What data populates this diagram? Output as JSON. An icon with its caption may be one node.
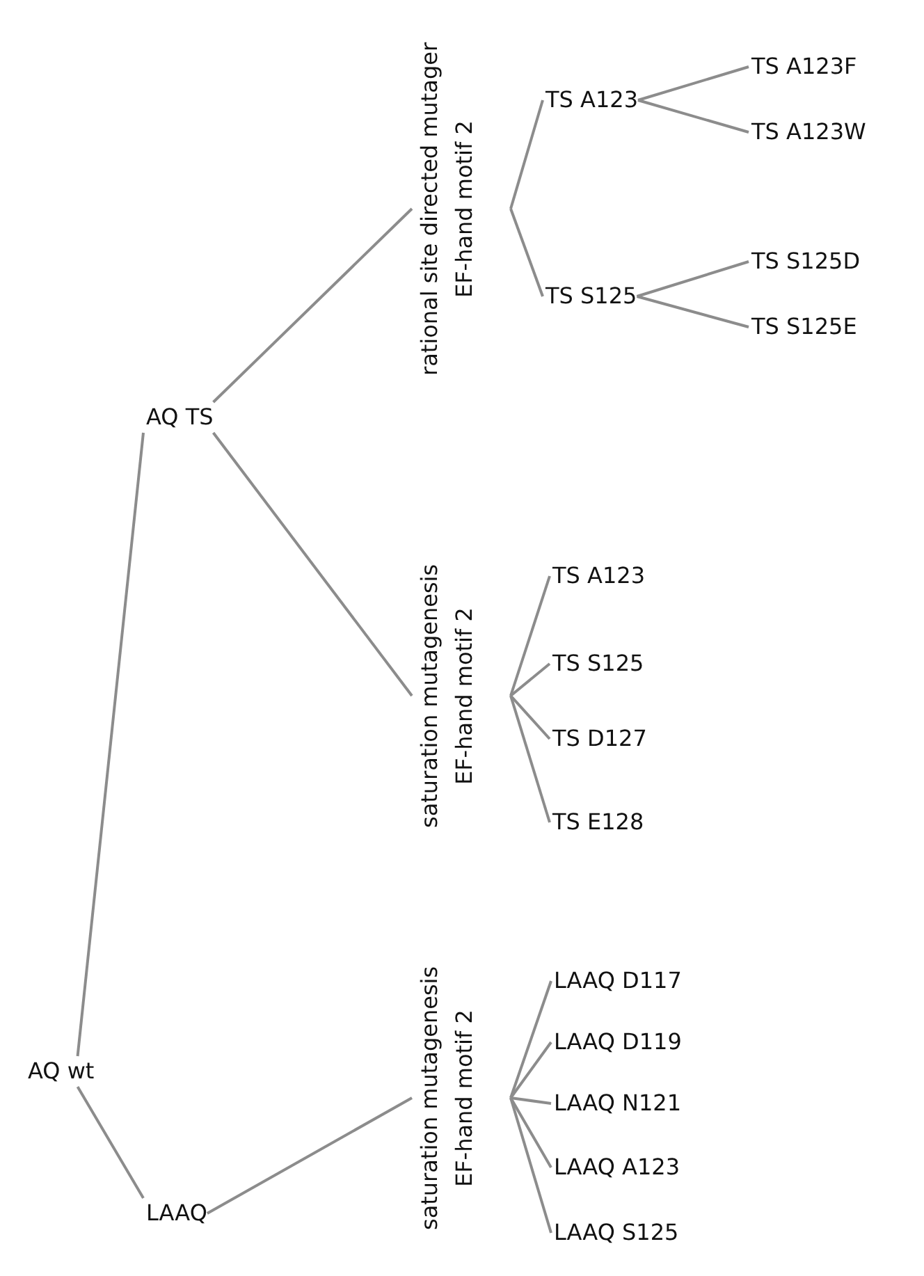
{
  "diagram": {
    "nodes": [
      {
        "text": [
          "AQ wt"
        ]
      },
      {
        "text": [
          "AQ TS"
        ]
      },
      {
        "text": [
          "LAAQ"
        ]
      },
      {
        "text": [
          "rational site directed mutager",
          "EF-hand motif 2"
        ]
      },
      {
        "text": [
          "TS A123"
        ]
      },
      {
        "text": [
          "TS A123F"
        ]
      },
      {
        "text": [
          "TS A123W"
        ]
      },
      {
        "text": [
          "TS S125"
        ]
      },
      {
        "text": [
          "TS S125D"
        ]
      },
      {
        "text": [
          "TS S125E"
        ]
      },
      {
        "text": [
          "saturation mutagenesis",
          "EF-hand motif 2"
        ]
      },
      {
        "text": [
          "TS A123"
        ]
      },
      {
        "text": [
          "TS S125"
        ]
      },
      {
        "text": [
          "TS D127"
        ]
      },
      {
        "text": [
          "TS E128"
        ]
      },
      {
        "text": [
          "saturation mutagenesis",
          "EF-hand motif 2"
        ]
      },
      {
        "text": [
          "LAAQ D117"
        ]
      },
      {
        "text": [
          "LAAQ D119"
        ]
      },
      {
        "text": [
          "LAAQ N121"
        ]
      },
      {
        "text": [
          "LAAQ A123"
        ]
      },
      {
        "text": [
          "LAAQ S125"
        ]
      }
    ],
    "edges": [
      {
        "from": 0,
        "to": 1,
        "arrow": "none"
      },
      {
        "from": 0,
        "to": 2,
        "arrow": "none"
      },
      {
        "from": 1,
        "to": 3,
        "arrow": "none"
      },
      {
        "from": 1,
        "to": 10,
        "arrow": "none"
      },
      {
        "from": 2,
        "to": 15,
        "arrow": "none"
      },
      {
        "from": 3,
        "to": 4,
        "arrow": "none"
      },
      {
        "from": 3,
        "to": 7,
        "arrow": "none"
      },
      {
        "from": 4,
        "to": 5,
        "arrow": "none"
      },
      {
        "from": 4,
        "to": 6,
        "arrow": "none"
      },
      {
        "from": 7,
        "to": 8,
        "arrow": "none"
      },
      {
        "from": 7,
        "to": 9,
        "arrow": "none"
      },
      {
        "from": 10,
        "to": 11,
        "arrow": "none"
      },
      {
        "from": 10,
        "to": 12,
        "arrow": "none"
      },
      {
        "from": 10,
        "to": 13,
        "arrow": "none"
      },
      {
        "from": 10,
        "to": 14,
        "arrow": "none"
      },
      {
        "from": 15,
        "to": 16,
        "arrow": "none"
      },
      {
        "from": 15,
        "to": 17,
        "arrow": "none"
      },
      {
        "from": 15,
        "to": 18,
        "arrow": "none"
      },
      {
        "from": 15,
        "to": 19,
        "arrow": "none"
      },
      {
        "from": 15,
        "to": 20,
        "arrow": "none"
      }
    ]
  }
}
